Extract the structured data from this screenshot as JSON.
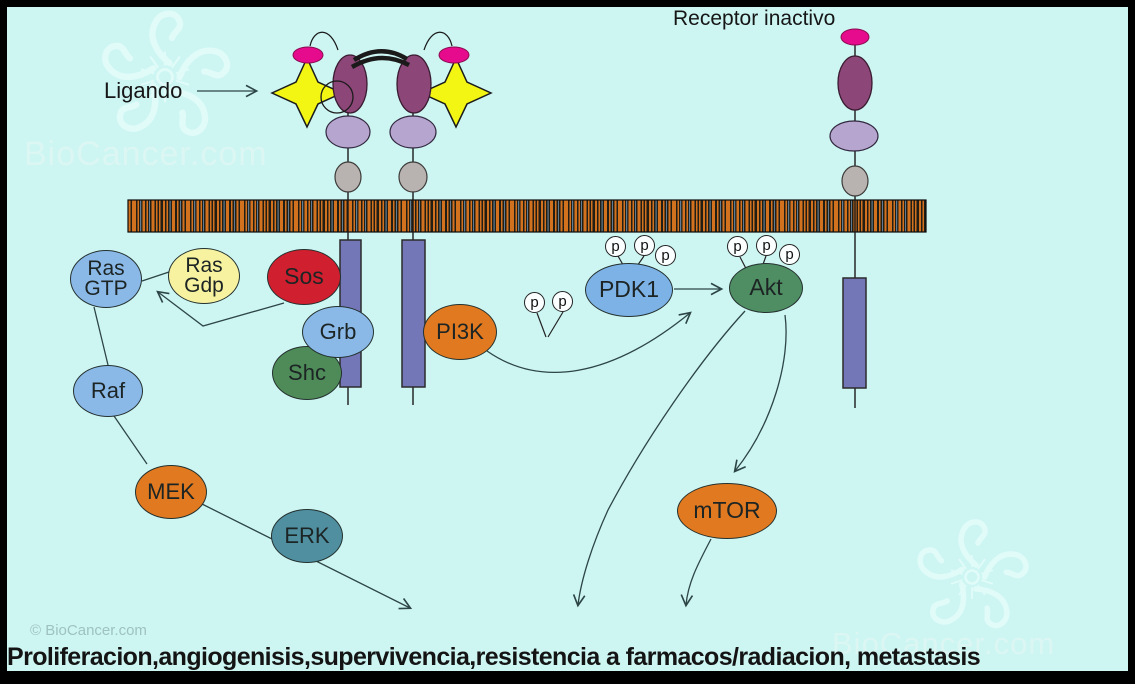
{
  "diagram": {
    "ligand_label": "Ligando",
    "inactive_receptor_label": "Receptor inactivo",
    "phosphate_label": "p",
    "outcome_text": "Proliferacion,angiogenisis,supervivencia,resistencia a farmacos/radiacion, metastasis",
    "nodes": [
      {
        "id": "ras-gtp",
        "label": "Ras\nGTP",
        "fill": "#8ab9e8"
      },
      {
        "id": "ras-gdp",
        "label": "Ras\nGdp",
        "fill": "#f6f2a0"
      },
      {
        "id": "sos",
        "label": "Sos",
        "fill": "#d01f2f"
      },
      {
        "id": "grb",
        "label": "Grb",
        "fill": "#8ab9e8"
      },
      {
        "id": "shc",
        "label": "Shc",
        "fill": "#4e8b58"
      },
      {
        "id": "raf",
        "label": "Raf",
        "fill": "#8ab9e8"
      },
      {
        "id": "mek",
        "label": "MEK",
        "fill": "#e0791f"
      },
      {
        "id": "erk",
        "label": "ERK",
        "fill": "#4f8fa0"
      },
      {
        "id": "pi3k",
        "label": "PI3K",
        "fill": "#e0791f"
      },
      {
        "id": "pdk1",
        "label": "PDK1",
        "fill": "#7db2e6"
      },
      {
        "id": "akt",
        "label": "Akt",
        "fill": "#4f8d63"
      },
      {
        "id": "mtor",
        "label": "mTOR",
        "fill": "#e0791f"
      }
    ],
    "edges": [
      {
        "from": "Sos",
        "to": "Ras GTP",
        "style": "arrow"
      },
      {
        "from": "Ras GTP",
        "to": "Ras Gdp",
        "style": "line"
      },
      {
        "from": "Ras GTP",
        "to": "Raf",
        "style": "line"
      },
      {
        "from": "Raf",
        "to": "MEK",
        "style": "line"
      },
      {
        "from": "MEK",
        "to": "ERK",
        "style": "arrow-to-outcomes"
      },
      {
        "from": "PI3K",
        "to": "Akt",
        "style": "curved-arrow"
      },
      {
        "from": "PDK1",
        "to": "Akt",
        "style": "arrow"
      },
      {
        "from": "Akt",
        "to": "mTOR",
        "style": "arrow"
      },
      {
        "from": "Akt",
        "to": "outcomes",
        "style": "arrow"
      },
      {
        "from": "mTOR",
        "to": "outcomes",
        "style": "arrow"
      }
    ],
    "colors": {
      "background": "#cdf6f3",
      "frame": "#000000",
      "membrane_base": "#211f15",
      "membrane_stripe_orange": "#d2721e",
      "membrane_stripe_slate": "#5f7c94",
      "receptor_ectodomain": "#8c4678",
      "receptor_cap_magenta": "#e60b8c",
      "receptor_lavender": "#b6a6cf",
      "receptor_juxta_gray": "#b8b3b1",
      "transmembrane_rect": "#7477b7",
      "ligand_star": "#f3f513",
      "arrow_stroke": "#2d4545"
    }
  },
  "watermark": {
    "text": "BioCancer.com",
    "copyright": "© BioCancer.com"
  }
}
